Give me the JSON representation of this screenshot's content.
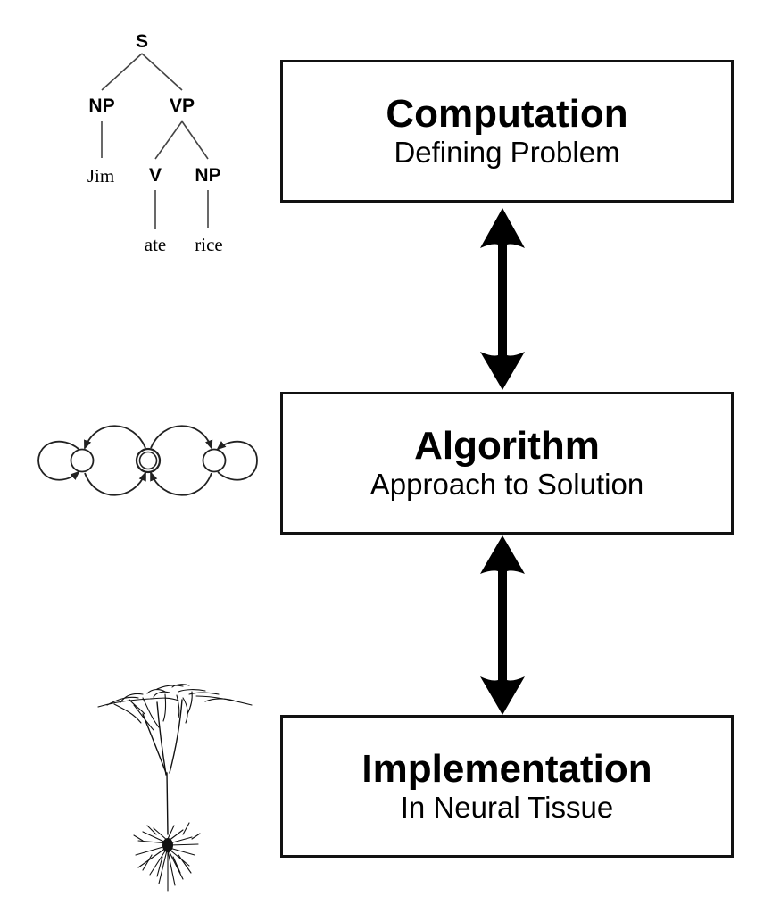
{
  "levels": [
    {
      "id": "computation",
      "title": "Computation",
      "subtitle": "Defining Problem"
    },
    {
      "id": "algorithm",
      "title": "Algorithm",
      "subtitle": "Approach to Solution"
    },
    {
      "id": "implementation",
      "title": "Implementation",
      "subtitle": "In Neural Tissue"
    }
  ],
  "connectors": [
    {
      "from": "computation",
      "to": "algorithm",
      "style": "double-headed-arrow"
    },
    {
      "from": "algorithm",
      "to": "implementation",
      "style": "double-headed-arrow"
    }
  ],
  "illustrations": {
    "parse_tree": {
      "root": "S",
      "nodes": {
        "s": "S",
        "np_subject": "NP",
        "vp": "VP",
        "v": "V",
        "np_object": "NP"
      },
      "leaves": {
        "jim": "Jim",
        "ate": "ate",
        "rice": "rice"
      }
    },
    "state_machine": {
      "states": [
        "left-state",
        "accept-state",
        "right-state"
      ],
      "accept_state": "accept-state"
    },
    "neuron": {
      "type": "pyramidal-neuron-drawing"
    }
  },
  "colors": {
    "ink": "#000000",
    "background": "#ffffff"
  }
}
